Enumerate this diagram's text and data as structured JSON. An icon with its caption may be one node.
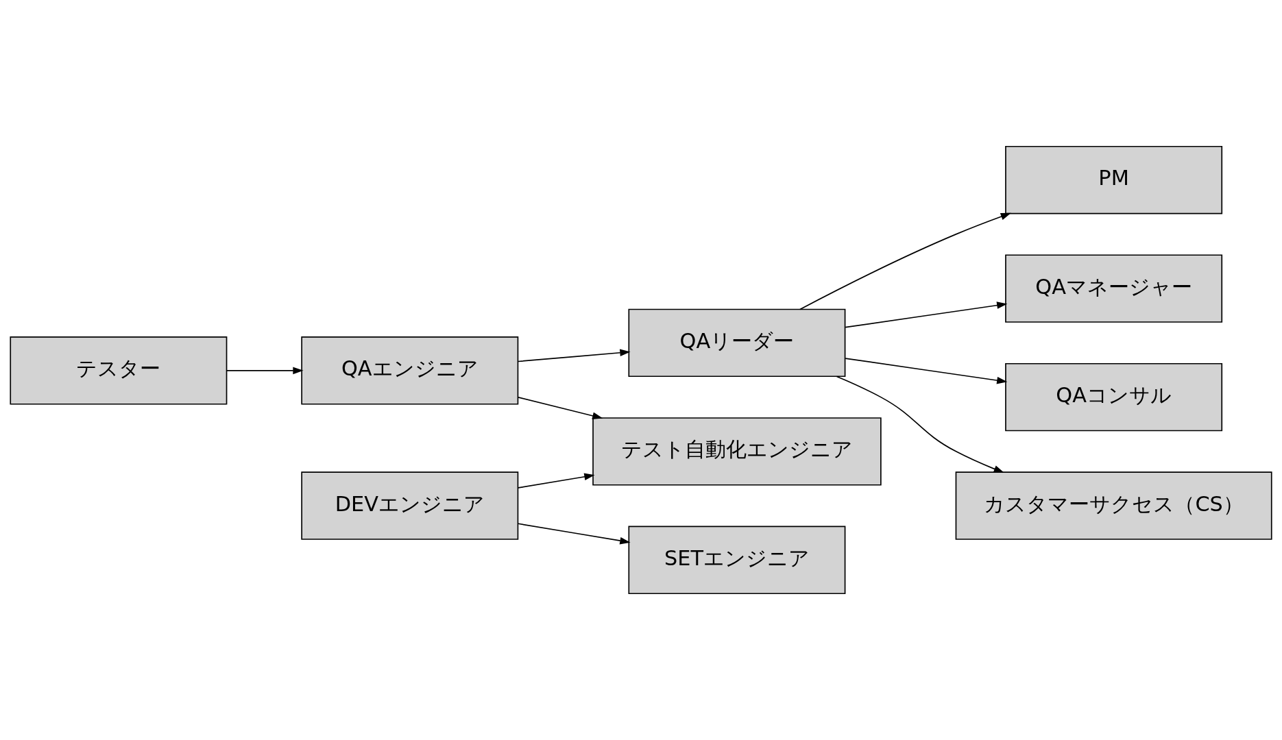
{
  "diagram": {
    "nodes": [
      {
        "text": [
          "テスター"
        ]
      },
      {
        "text": [
          "QAエンジニア"
        ]
      },
      {
        "text": [
          "DEVエンジニア"
        ]
      },
      {
        "text": [
          "QAリーダー"
        ]
      },
      {
        "text": [
          "テスト自動化エンジニア"
        ]
      },
      {
        "text": [
          "SETエンジニア"
        ]
      },
      {
        "text": [
          "PM"
        ]
      },
      {
        "text": [
          "QAマネージャー"
        ]
      },
      {
        "text": [
          "QAコンサル"
        ]
      },
      {
        "text": [
          "カスタマーサクセス（CS）"
        ]
      }
    ],
    "edges": [
      {
        "from": 0,
        "to": 1,
        "arrow": "to"
      },
      {
        "from": 1,
        "to": 3,
        "arrow": "to"
      },
      {
        "from": 1,
        "to": 4,
        "arrow": "to"
      },
      {
        "from": 2,
        "to": 4,
        "arrow": "to"
      },
      {
        "from": 2,
        "to": 5,
        "arrow": "to"
      },
      {
        "from": 3,
        "to": 6,
        "arrow": "to"
      },
      {
        "from": 3,
        "to": 7,
        "arrow": "to"
      },
      {
        "from": 3,
        "to": 8,
        "arrow": "to"
      },
      {
        "from": 3,
        "to": 9,
        "arrow": "to"
      }
    ]
  }
}
